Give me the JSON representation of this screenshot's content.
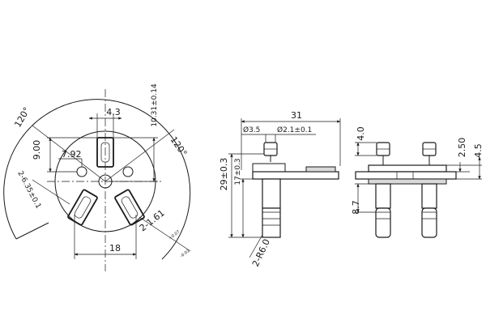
{
  "front_view": {
    "angle_left": "120°",
    "angle_right": "120°",
    "dim_width_4_3": "4.3",
    "dim_height_10_31": "10.31±0.14",
    "dim_9_00": "9.00",
    "dim_7_92": "7.92",
    "dim_6_35": "2-6.35±0.1",
    "dim_1_61": "2-1.61",
    "dim_1_61_tol_upper": "+0.07",
    "dim_1_61_tol_lower": "-0.02",
    "dim_18": "18"
  },
  "side_view": {
    "dim_31": "31",
    "dim_dia_3_5": "Ø3.5",
    "dim_dia_2_1": "Ø2.1±0.1",
    "dim_29": "29±0.3",
    "dim_17": "17±0.3",
    "dim_radius": "2-R6.0"
  },
  "end_view": {
    "dim_4_0": "4.0",
    "dim_2_50": "2.50",
    "dim_4_5": "4.5",
    "dim_8_7": "8.7"
  }
}
